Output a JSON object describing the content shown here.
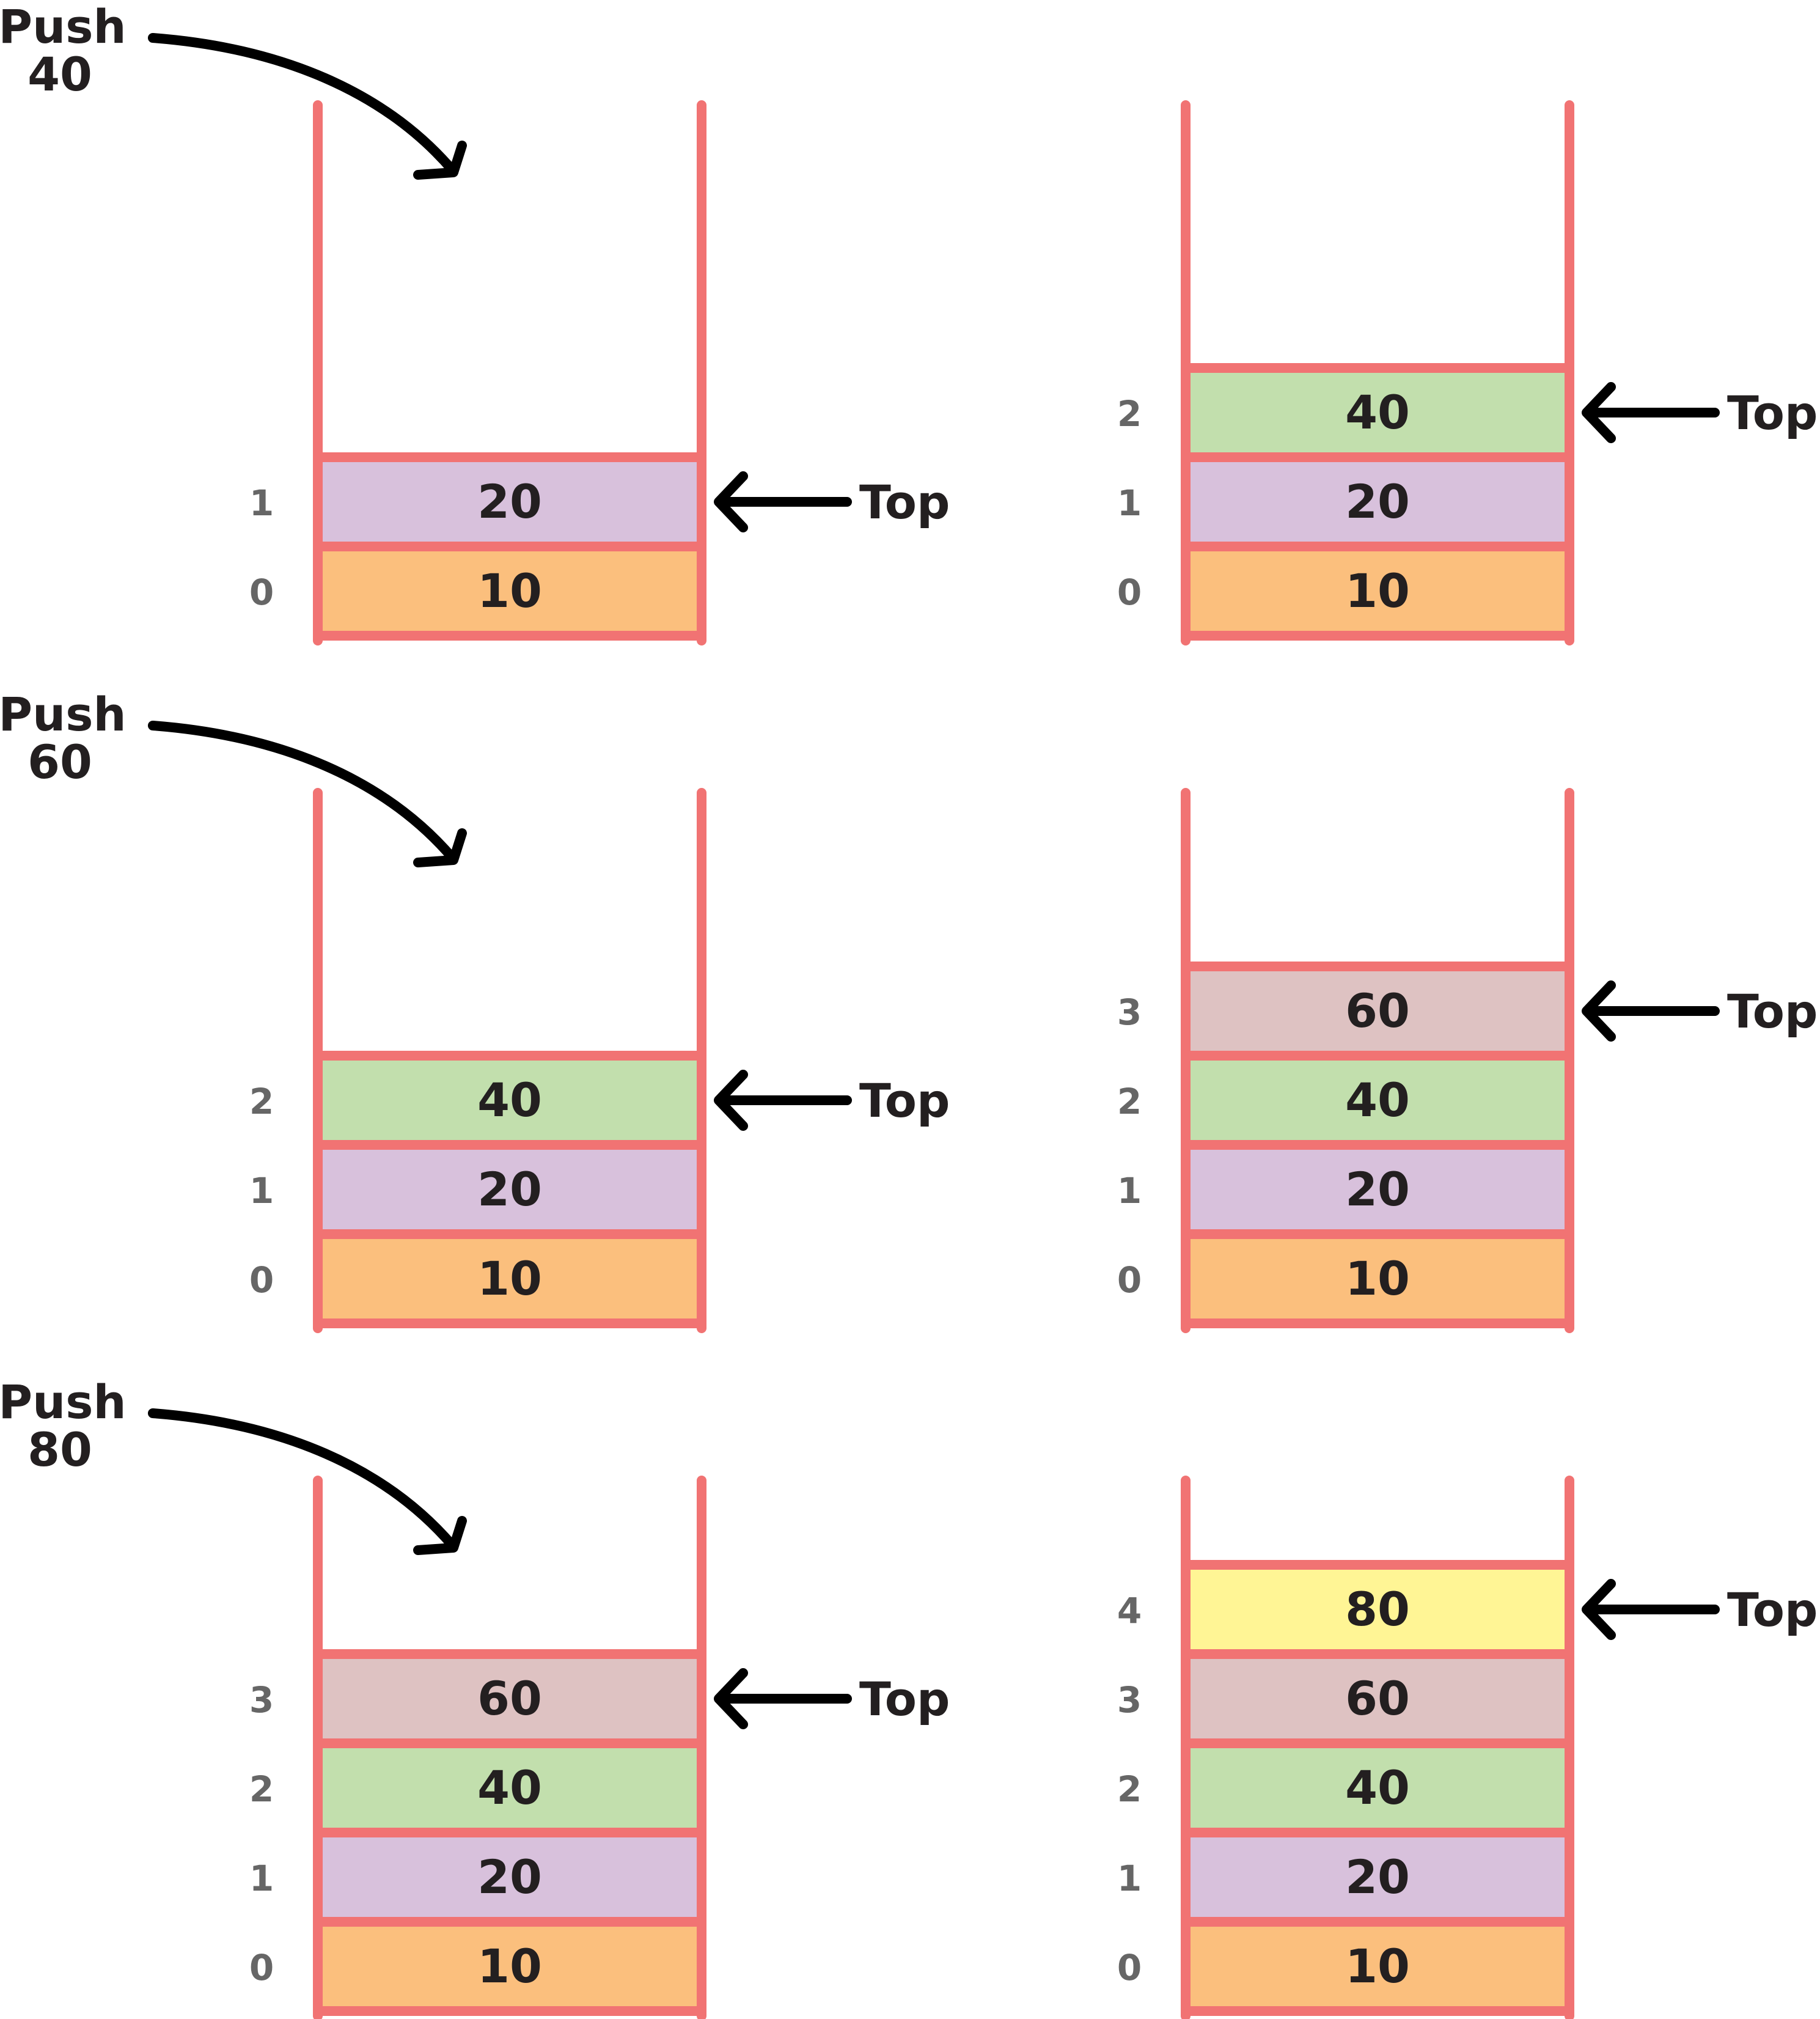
{
  "colors": {
    "border": "#F17373",
    "arrow": "#000000",
    "value_text": "#231F20",
    "index_text": "#666666",
    "val_10": "#FBBF7D",
    "val_20": "#D8C1DC",
    "val_40": "#C2DFAD",
    "val_60": "#DEC2C2",
    "val_80": "#FFF595"
  },
  "top_label": "Top",
  "operations": [
    {
      "push_word": "Push",
      "push_value": "40",
      "before": [
        {
          "index": "0",
          "value": "10",
          "color_key": "val_10"
        },
        {
          "index": "1",
          "value": "20",
          "color_key": "val_20"
        }
      ],
      "after": [
        {
          "index": "0",
          "value": "10",
          "color_key": "val_10"
        },
        {
          "index": "1",
          "value": "20",
          "color_key": "val_20"
        },
        {
          "index": "2",
          "value": "40",
          "color_key": "val_40"
        }
      ]
    },
    {
      "push_word": "Push",
      "push_value": "60",
      "before": [
        {
          "index": "0",
          "value": "10",
          "color_key": "val_10"
        },
        {
          "index": "1",
          "value": "20",
          "color_key": "val_20"
        },
        {
          "index": "2",
          "value": "40",
          "color_key": "val_40"
        }
      ],
      "after": [
        {
          "index": "0",
          "value": "10",
          "color_key": "val_10"
        },
        {
          "index": "1",
          "value": "20",
          "color_key": "val_20"
        },
        {
          "index": "2",
          "value": "40",
          "color_key": "val_40"
        },
        {
          "index": "3",
          "value": "60",
          "color_key": "val_60"
        }
      ]
    },
    {
      "push_word": "Push",
      "push_value": "80",
      "before": [
        {
          "index": "0",
          "value": "10",
          "color_key": "val_10"
        },
        {
          "index": "1",
          "value": "20",
          "color_key": "val_20"
        },
        {
          "index": "2",
          "value": "40",
          "color_key": "val_40"
        },
        {
          "index": "3",
          "value": "60",
          "color_key": "val_60"
        }
      ],
      "after": [
        {
          "index": "0",
          "value": "10",
          "color_key": "val_10"
        },
        {
          "index": "1",
          "value": "20",
          "color_key": "val_20"
        },
        {
          "index": "2",
          "value": "40",
          "color_key": "val_40"
        },
        {
          "index": "3",
          "value": "60",
          "color_key": "val_60"
        },
        {
          "index": "4",
          "value": "80",
          "color_key": "val_80"
        }
      ]
    }
  ]
}
